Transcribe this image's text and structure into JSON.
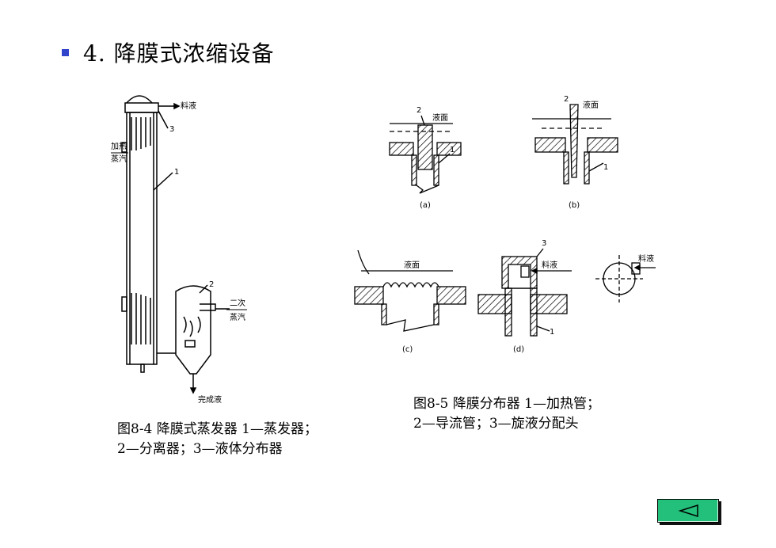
{
  "slide": {
    "title": "4. 降膜式浓缩设备"
  },
  "figure_left": {
    "labels": {
      "feed": "料液",
      "heating": "加热",
      "steam": "蒸汽",
      "secondary": "二次",
      "secondary_steam": "蒸汽",
      "product": "完成液",
      "n1": "1",
      "n2": "2",
      "n3": "3"
    },
    "caption_line1": "图8-4  降膜式蒸发器  1—蒸发器；",
    "caption_line2": "2—分离器；3—液体分布器"
  },
  "figure_right": {
    "labels": {
      "a_level": "液面",
      "b_level": "液面",
      "c_level": "液面",
      "d_feed": "料液",
      "e_feed": "料液",
      "a": "(a)",
      "b": "(b)",
      "c": "(c)",
      "d": "(d)",
      "n1a": "1",
      "n2a": "2",
      "n1b": "1",
      "n2b": "2",
      "n1d": "1",
      "n3d": "3"
    },
    "caption_line1": "图8-5  降膜分布器  1—加热管；",
    "caption_line2": "2—导流管；3—旋液分配头"
  },
  "navigation": {
    "back_icon": "triangle-left-icon",
    "button_color": "#22c07a"
  },
  "colors": {
    "bullet": "#3344cc",
    "nav_button": "#22c07a"
  }
}
